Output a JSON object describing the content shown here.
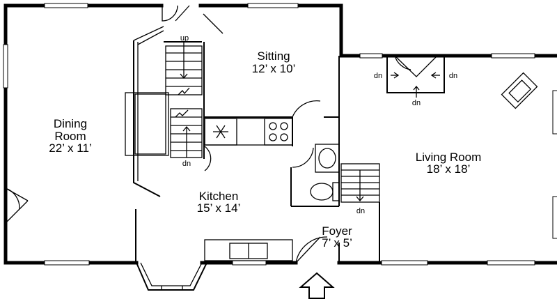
{
  "rooms": {
    "sitting": {
      "name": "Sitting",
      "dims": "12’ x 10’"
    },
    "dining": {
      "name_line1": "Dining",
      "name_line2": "Room",
      "dims": "22’ x 11’"
    },
    "kitchen": {
      "name": "Kitchen",
      "dims": "15’ x 14’"
    },
    "living": {
      "name": "Living Room",
      "dims": "18’ x 18’"
    },
    "foyer": {
      "name": "Foyer",
      "dims": "7’ x 5’"
    }
  },
  "stair_labels": {
    "up": "up",
    "dn_kitchen": "dn",
    "dn_foyer": "dn",
    "dn_step_left": "dn",
    "dn_step_right": "dn",
    "dn_step_bottom": "dn"
  }
}
